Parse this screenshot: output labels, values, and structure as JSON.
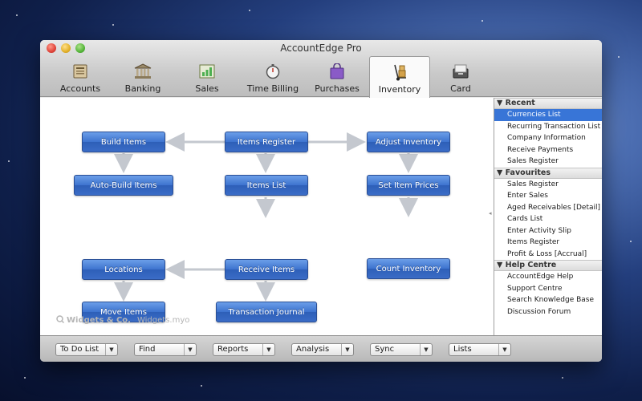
{
  "window": {
    "title": "AccountEdge Pro"
  },
  "toolbar": {
    "tabs": [
      {
        "label": "Accounts",
        "icon": "ledger-icon"
      },
      {
        "label": "Banking",
        "icon": "bank-icon"
      },
      {
        "label": "Sales",
        "icon": "sales-chart-icon"
      },
      {
        "label": "Time Billing",
        "icon": "stopwatch-icon"
      },
      {
        "label": "Purchases",
        "icon": "shopping-bag-icon"
      },
      {
        "label": "Inventory",
        "icon": "hand-truck-icon"
      },
      {
        "label": "Card",
        "icon": "card-file-icon"
      }
    ],
    "active": "Inventory"
  },
  "flow": {
    "build_items": "Build Items",
    "items_register": "Items Register",
    "adjust_inventory": "Adjust Inventory",
    "auto_build_items": "Auto-Build Items",
    "items_list": "Items List",
    "set_item_prices": "Set Item Prices",
    "locations": "Locations",
    "receive_items": "Receive Items",
    "count_inventory": "Count Inventory",
    "move_items": "Move Items",
    "transaction_journal": "Transaction Journal"
  },
  "company": {
    "name": "Widgets & Co.",
    "file": "Widgets.myo"
  },
  "sidebar": {
    "recent": {
      "heading": "Recent",
      "items": [
        "Currencies List",
        "Recurring Transaction List",
        "Company Information",
        "Receive Payments",
        "Sales Register"
      ],
      "selected": "Currencies List"
    },
    "favourites": {
      "heading": "Favourites",
      "items": [
        "Sales Register",
        "Enter Sales",
        "Aged Receivables [Detail]",
        "Cards List",
        "Enter Activity Slip",
        "Items Register",
        "Profit & Loss [Accrual]"
      ]
    },
    "help": {
      "heading": "Help Centre",
      "items": [
        "AccountEdge Help",
        "Support Centre",
        "Search Knowledge Base",
        "Discussion Forum"
      ]
    }
  },
  "bottombar": {
    "popups": [
      "To Do List",
      "Find",
      "Reports",
      "Analysis",
      "Sync",
      "Lists"
    ]
  },
  "colors": {
    "accent": "#3875d7",
    "flow_button": "#3d73cf"
  }
}
